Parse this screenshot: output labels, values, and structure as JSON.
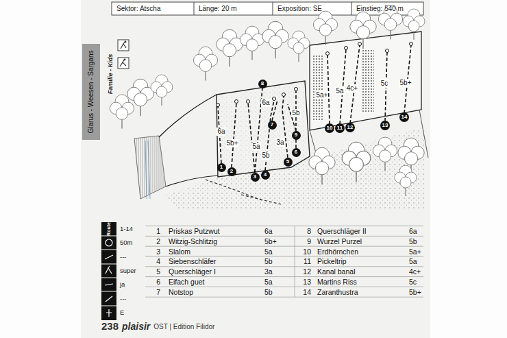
{
  "diagram": {
    "nodes": [
      {
        "text": [
          "1"
        ]
      },
      {
        "text": [
          "2"
        ]
      },
      {
        "text": [
          "3"
        ]
      },
      {
        "text": [
          "4"
        ]
      },
      {
        "text": [
          "5"
        ]
      },
      {
        "text": [
          "6"
        ]
      },
      {
        "text": [
          "7"
        ]
      },
      {
        "text": [
          "8"
        ]
      },
      {
        "text": [
          "9"
        ]
      },
      {
        "text": [
          "10"
        ]
      },
      {
        "text": [
          "11"
        ]
      },
      {
        "text": [
          "12"
        ]
      },
      {
        "text": [
          "13"
        ]
      },
      {
        "text": [
          "14"
        ]
      }
    ],
    "labels": [
      "Sektor: Atscha",
      "Länge: 20 m",
      "Exposition: SE",
      "Einstieg: 540 m",
      "Glarus - Weesen - Sargans",
      "Familie - Kids",
      "6a",
      "5b+",
      "5a",
      "5b",
      "3a",
      "6a",
      "5b",
      "5a+",
      "5a",
      "4c+",
      "5c",
      "5b+",
      "Route",
      "1-14",
      "50m",
      "---",
      "super",
      "ja",
      "---",
      "E",
      "1",
      "Priskas Putzwut",
      "6a",
      "2",
      "Witzig-Schlitzig",
      "5b+",
      "3",
      "Slalom",
      "5a",
      "4",
      "Siebenschläfer",
      "5b",
      "5",
      "Querschläger I",
      "3a",
      "6",
      "Eifach guet",
      "5a",
      "7",
      "Notstop",
      "5b",
      "8",
      "Querschläger II",
      "6a",
      "9",
      "Wurzel Purzel",
      "5b",
      "10",
      "Erdhörnchen",
      "5a+",
      "11",
      "Pickeltrip",
      "5a",
      "12",
      "Kanal banal",
      "4c+",
      "13",
      "Martins Riss",
      "5c",
      "14",
      "Zaranthustra",
      "5b+",
      "238",
      "plaisir",
      "OST | Edition Filidor"
    ]
  }
}
